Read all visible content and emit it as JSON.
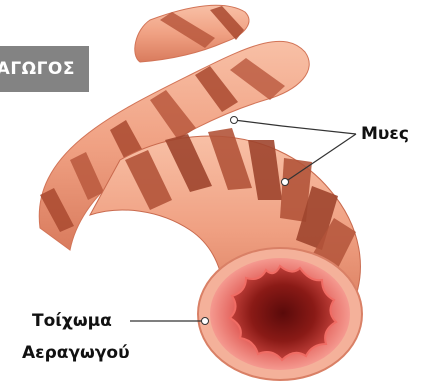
{
  "header_tag": {
    "text": "ΑΓΩΓΟΣ"
  },
  "labels": {
    "muscles": "Μυες",
    "wall_line1": "Τοίχωμα",
    "wall_line2": "Αεραγωγού"
  },
  "colors": {
    "tube": "#f3a98b",
    "tube_dark": "#e38869",
    "muscle": "#b8553a",
    "muscle_dark": "#8e3a25",
    "lumen": "#7a1414",
    "mucosa": "#e46a63",
    "tag_bg": "#838383"
  }
}
